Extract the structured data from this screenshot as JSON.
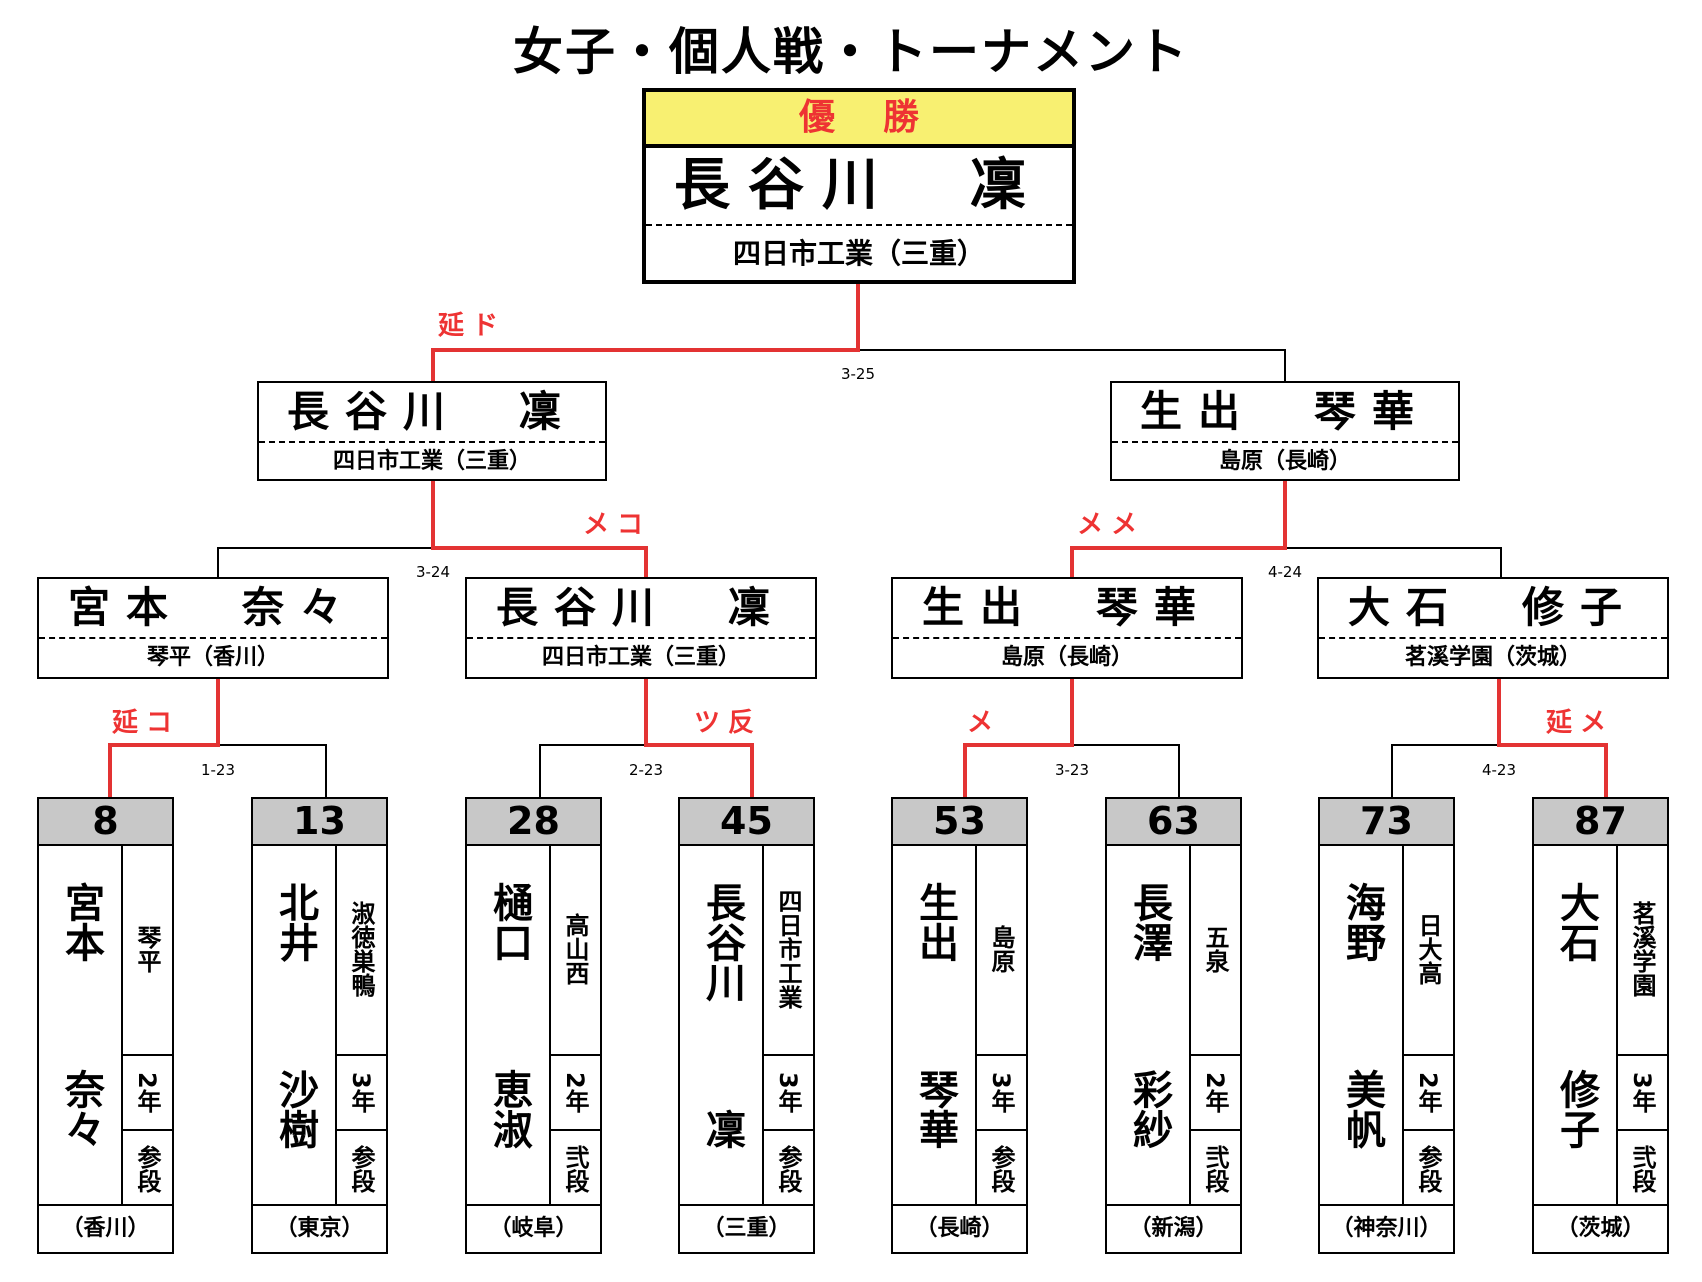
{
  "title": "女子・個人戦・トーナメント",
  "champion": {
    "header": "優勝",
    "name": "長谷川　凜",
    "school": "四日市工業（三重）"
  },
  "semis": [
    {
      "name": "長谷川　凜",
      "school": "四日市工業（三重）"
    },
    {
      "name": "生出　琴華",
      "school": "島原（長崎）"
    }
  ],
  "quarters": [
    {
      "name": "宮本　奈々",
      "school": "琴平（香川）"
    },
    {
      "name": "長谷川　凜",
      "school": "四日市工業（三重）"
    },
    {
      "name": "生出　琴華",
      "school": "島原（長崎）"
    },
    {
      "name": "大石　修子",
      "school": "茗溪学園（茨城）"
    }
  ],
  "matches": {
    "final": {
      "id": "3-25",
      "tech": "延ド"
    },
    "sf1": {
      "id": "3-24",
      "tech": "メコ"
    },
    "sf2": {
      "id": "4-24",
      "tech": "メメ"
    },
    "qf1": {
      "id": "1-23",
      "tech": "延コ"
    },
    "qf2": {
      "id": "2-23",
      "tech": "ツ反"
    },
    "qf3": {
      "id": "3-23",
      "tech": "メ"
    },
    "qf4": {
      "id": "4-23",
      "tech": "延メ"
    }
  },
  "players": [
    {
      "num": "8",
      "family": "宮本",
      "given": "奈々",
      "school": "琴平",
      "year": "2年",
      "dan": "参段",
      "pref": "（香川）"
    },
    {
      "num": "13",
      "family": "北井",
      "given": "沙樹",
      "school": "淑徳巣鴨",
      "year": "3年",
      "dan": "参段",
      "pref": "（東京）"
    },
    {
      "num": "28",
      "family": "樋口",
      "given": "恵淑",
      "school": "高山西",
      "year": "2年",
      "dan": "弐段",
      "pref": "（岐阜）"
    },
    {
      "num": "45",
      "family": "長谷川",
      "given": "凜",
      "school": "四日市工業",
      "year": "3年",
      "dan": "参段",
      "pref": "（三重）"
    },
    {
      "num": "53",
      "family": "生出",
      "given": "琴華",
      "school": "島原",
      "year": "3年",
      "dan": "参段",
      "pref": "（長崎）"
    },
    {
      "num": "63",
      "family": "長澤",
      "given": "彩紗",
      "school": "五泉",
      "year": "2年",
      "dan": "弐段",
      "pref": "（新潟）"
    },
    {
      "num": "73",
      "family": "海野",
      "given": "美帆",
      "school": "日大高",
      "year": "2年",
      "dan": "参段",
      "pref": "（神奈川）"
    },
    {
      "num": "87",
      "family": "大石",
      "given": "修子",
      "school": "茗溪学園",
      "year": "3年",
      "dan": "弐段",
      "pref": "（茨城）"
    }
  ],
  "colors": {
    "winner_line": "#e33333",
    "loser_line": "#000000",
    "header_fill": "#f8f071",
    "number_fill": "#c8c8c8"
  }
}
